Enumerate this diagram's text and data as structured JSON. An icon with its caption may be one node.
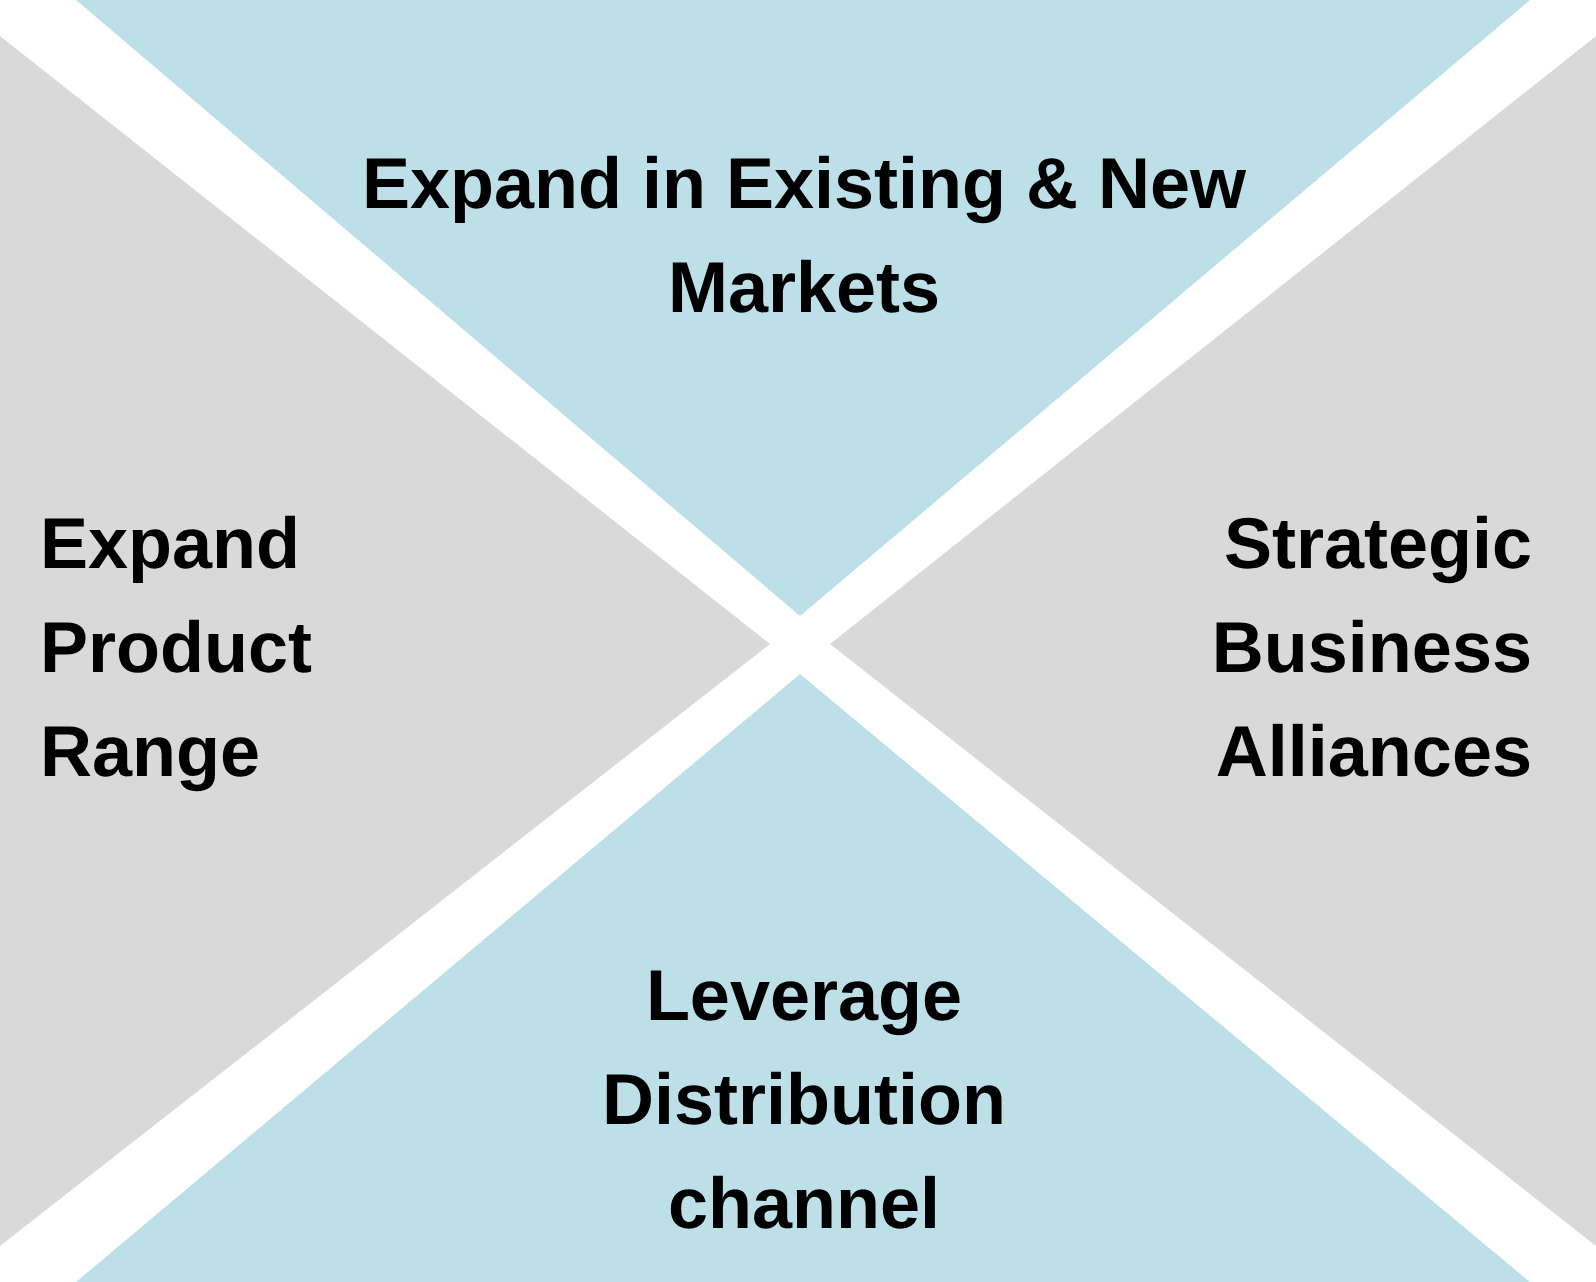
{
  "diagram": {
    "nodes": [
      {
        "text": [
          "Expand in Existing & New Markets"
        ]
      },
      {
        "text": [
          "Expand Product Range"
        ]
      },
      {
        "text": [
          "Strategic Business Alliances"
        ]
      },
      {
        "text": [
          "Leverage Distribution channel"
        ]
      }
    ]
  }
}
